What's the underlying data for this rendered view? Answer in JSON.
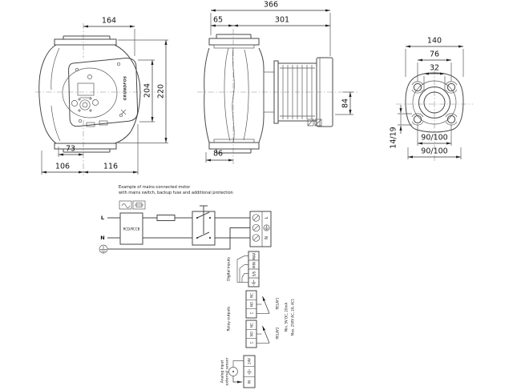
{
  "front_view": {
    "top_width": "164",
    "body_height": "204",
    "total_height": "220",
    "center_to_left": "73",
    "left_width": "106",
    "right_width": "116",
    "brand": "GRUNDFOS"
  },
  "side_view": {
    "total_length": "366",
    "flange_to_center": "65",
    "center_to_end": "301",
    "box_height": "84",
    "flange_width": "86"
  },
  "flange_view": {
    "outer_width": "140",
    "hole_span": "76",
    "bore": "32",
    "slot_size": "14/19",
    "bolt_circle_1": "90/100",
    "bolt_circle_2": "90/100"
  },
  "wiring": {
    "caption_line1": "Example of mains-connected motor",
    "caption_line2": "with mains switch, backup fuse and additional protection",
    "phase_label": "L",
    "neutral_label": "N",
    "rcd_label": "RCD/RCCB",
    "mains_terminals": {
      "l": "L",
      "n": "N"
    },
    "digital_inputs_label": "Digital inputs",
    "digital_terminals": [
      "MAX",
      "MIN",
      "S/S"
    ],
    "relay_outputs_label": "Relay outputs",
    "relay1_label": "RELAY1",
    "relay2_label": "RELAY2",
    "relay_terminals": [
      "NC",
      "NO",
      "C"
    ],
    "relay_spec_max": "Max. 250V AC, 2A, AC1",
    "relay_spec_min": "Min. 5V DC, 20mA",
    "analog_input_label1": "Analog input",
    "analog_input_label2": "external sensor",
    "analog_terminals": [
      "24V",
      "IN"
    ]
  }
}
